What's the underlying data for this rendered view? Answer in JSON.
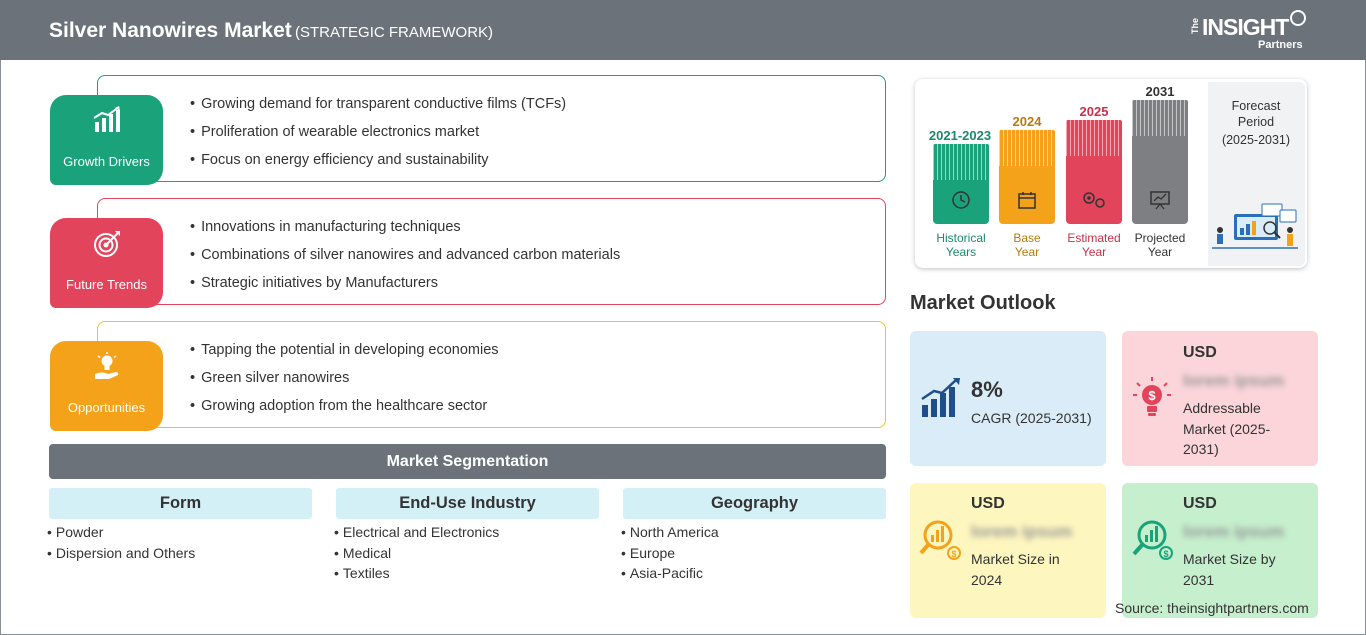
{
  "header": {
    "title": "Silver Nanowires Market",
    "subtitle": "(STRATEGIC FRAMEWORK)",
    "logo_prefix": "The",
    "logo_main": "INSIGHT",
    "logo_sub": "Partners"
  },
  "blocks": [
    {
      "label": "Growth Drivers",
      "color": "#1aa37a",
      "icon": "bar-chart-growth-icon",
      "items": [
        "Growing demand for transparent conductive films (TCFs)",
        "Proliferation of wearable electronics market",
        "Focus on energy efficiency and sustainability"
      ]
    },
    {
      "label": "Future Trends",
      "color": "#e2445c",
      "icon": "target-icon",
      "items": [
        "Innovations in manufacturing techniques",
        "Combinations of silver nanowires and advanced carbon materials",
        "Strategic initiatives by Manufacturers"
      ]
    },
    {
      "label": "Opportunities",
      "color": "#f5a21b",
      "icon": "lightbulb-hand-icon",
      "items": [
        "Tapping the potential in developing economies",
        "Green silver nanowires",
        "Growing adoption from the healthcare sector"
      ]
    }
  ],
  "segmentation": {
    "title": "Market Segmentation",
    "columns": [
      {
        "head": "Form",
        "items": [
          "Powder",
          "Dispersion and Others"
        ]
      },
      {
        "head": "End-Use Industry",
        "items": [
          "Electrical and Electronics",
          "Medical",
          "Textiles"
        ]
      },
      {
        "head": "Geography",
        "items": [
          "North America",
          "Europe",
          "Asia-Pacific"
        ]
      }
    ]
  },
  "timeline": {
    "bars": [
      {
        "year": "2021-2023",
        "label_line1": "Historical",
        "label_line2": "Years",
        "color": "#1aa37a",
        "icon": "history-clock-icon"
      },
      {
        "year": "2024",
        "label_line1": "Base",
        "label_line2": "Year",
        "color": "#f5a21b",
        "icon": "calendar-icon"
      },
      {
        "year": "2025",
        "label_line1": "Estimated",
        "label_line2": "Year",
        "color": "#e2445c",
        "icon": "estimate-gears-icon"
      },
      {
        "year": "2031",
        "label_line1": "Projected",
        "label_line2": "Year",
        "color": "#7d7f82",
        "icon": "presentation-board-icon"
      }
    ],
    "forecast_line1": "Forecast",
    "forecast_line2": "Period",
    "forecast_line3": "(2025-2031)"
  },
  "outlook": {
    "title": "Market Outlook",
    "tiles": [
      {
        "big": "8%",
        "desc": "CAGR (2025-2031)",
        "bg": "#d9ecf7",
        "icon": "growth-chart-icon"
      },
      {
        "usd": "USD",
        "blurred": "lorem ipsum",
        "desc_line1": "Addressable",
        "desc_line2": "Market (2025-",
        "desc_line3": "2031)",
        "bg": "#fbd5da",
        "icon": "dollar-bulb-icon"
      },
      {
        "usd": "USD",
        "blurred": "lorem ipsum",
        "desc_line1": "Market Size in",
        "desc_line2": "2024",
        "bg": "#fdf6bf",
        "icon": "market-size-magnifier-icon"
      },
      {
        "usd": "USD",
        "blurred": "lorem ipsum",
        "desc_line1": "Market Size by",
        "desc_line2": "2031",
        "bg": "#c5efcd",
        "icon": "market-forecast-magnifier-icon"
      }
    ]
  },
  "source": "Source: theinsightpartners.com"
}
